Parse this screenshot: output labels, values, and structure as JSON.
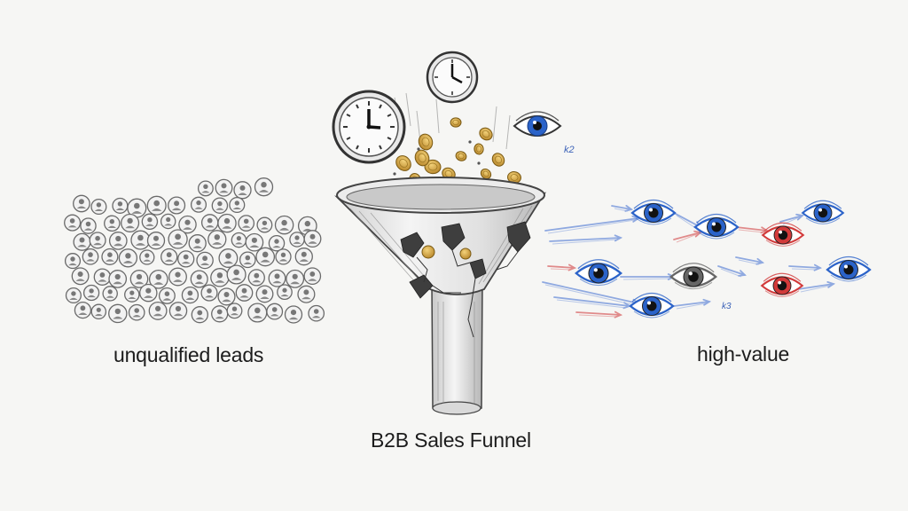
{
  "labels": {
    "left": "unqualified leads",
    "center": "B2B Sales Funnel",
    "right": "high-value"
  },
  "annotations": {
    "near_eye": "k2",
    "near_gray_eye": "k3"
  },
  "icons": {
    "left_cluster": "user-avatar-icon",
    "falling_items": [
      "clock-icon",
      "coin-icon",
      "eye-icon"
    ],
    "right_cluster": "eye-icon"
  },
  "colors": {
    "background": "#f6f6f4",
    "pencil": "#3a3a3a",
    "coin": "#d6a53a",
    "eye_blue": "#2b63c9",
    "eye_red": "#d23a3a",
    "eye_gray": "#666666",
    "arrow_blue": "#8fa9e0",
    "arrow_red": "#e08a8a"
  }
}
